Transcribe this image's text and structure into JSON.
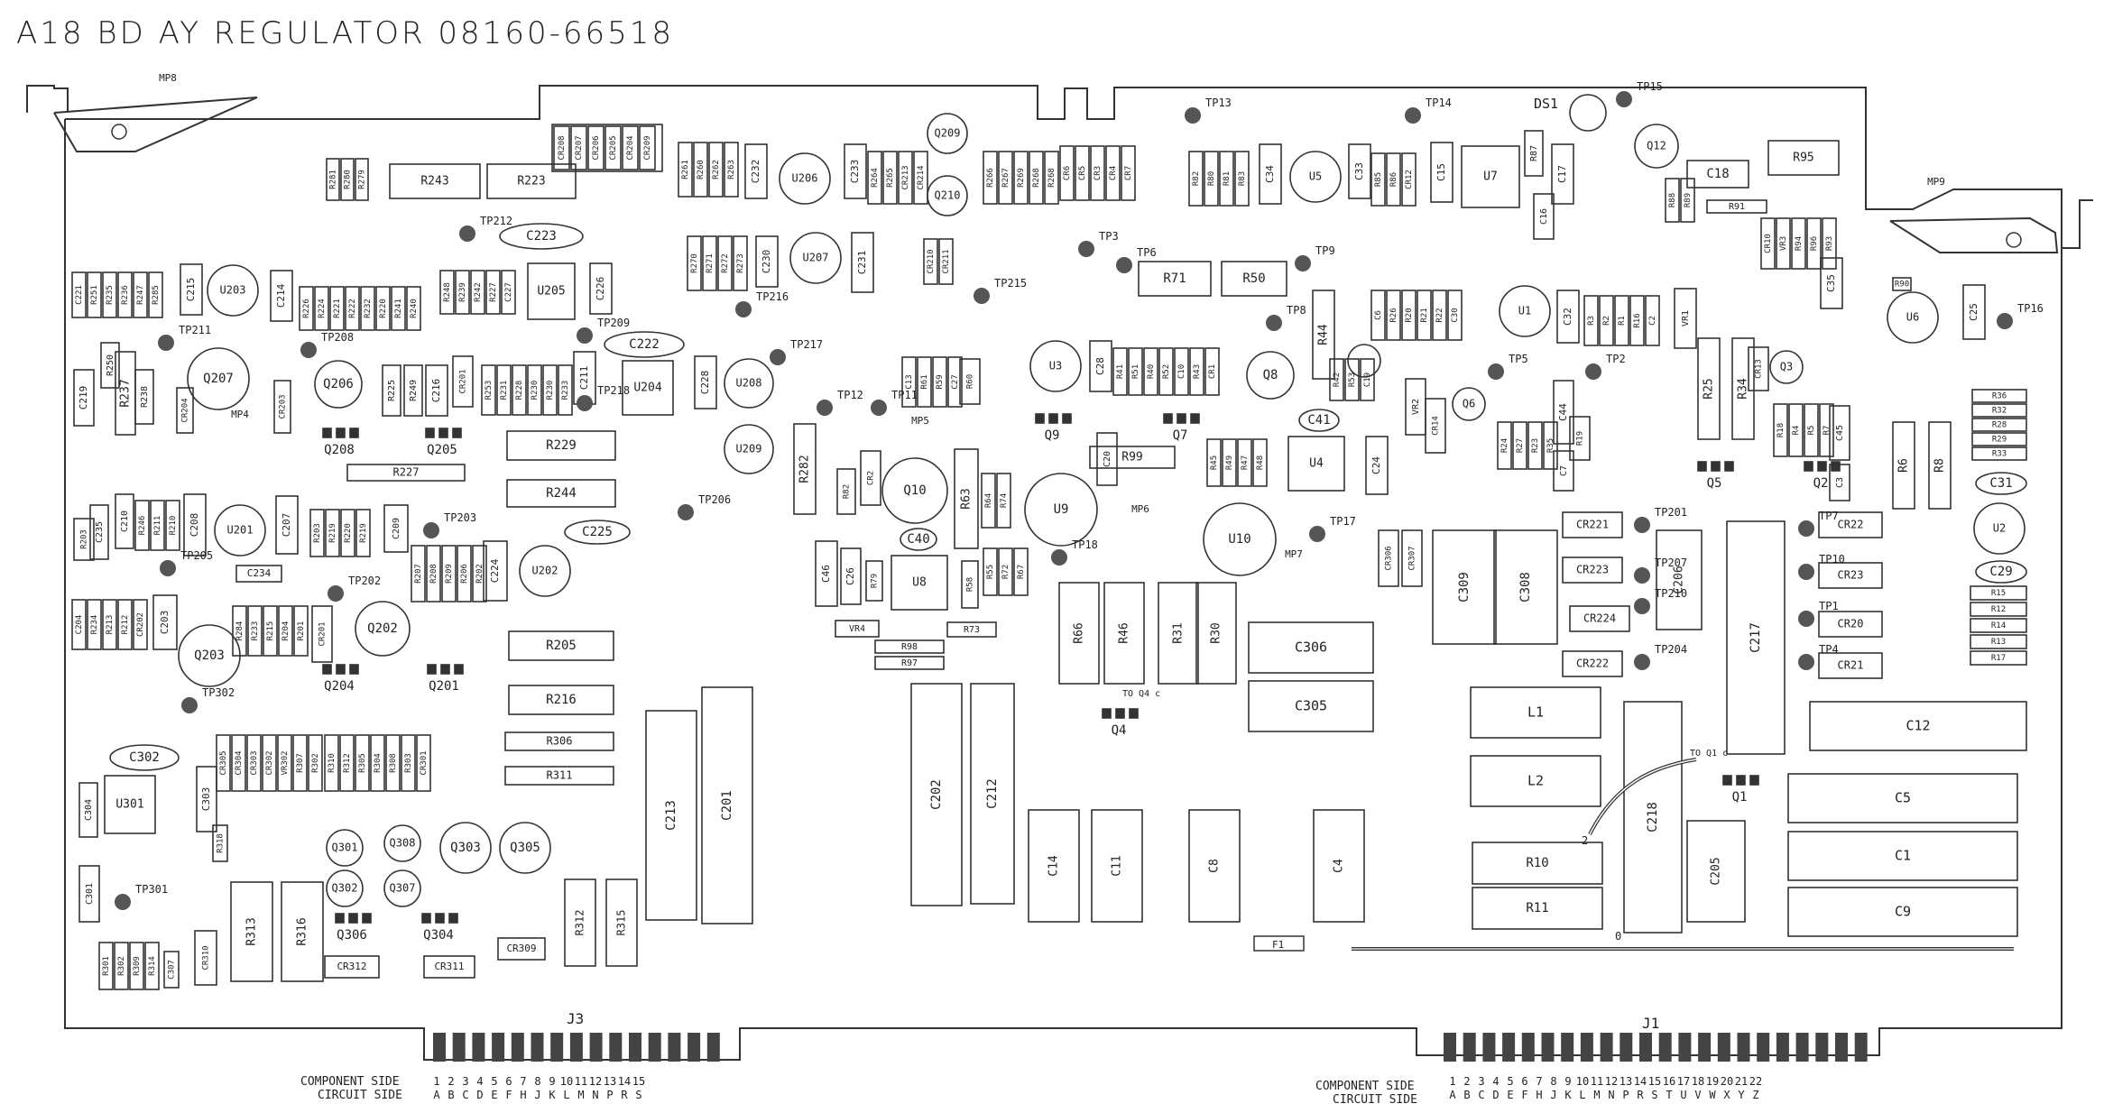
{
  "title": "A18 BD AY REGULATOR 08160-66518",
  "connectors": {
    "j3": {
      "name": "J3",
      "component_side": "COMPONENT SIDE",
      "circuit_side": "CIRCUIT SIDE",
      "pins": [
        "1",
        "2",
        "3",
        "4",
        "5",
        "6",
        "7",
        "8",
        "9",
        "10",
        "11",
        "12",
        "13",
        "14",
        "15"
      ],
      "letters": [
        "A",
        "B",
        "C",
        "D",
        "E",
        "F",
        "H",
        "J",
        "K",
        "L",
        "M",
        "N",
        "P",
        "R",
        "S"
      ]
    },
    "j1": {
      "name": "J1",
      "component_side": "COMPONENT SIDE",
      "circuit_side": "CIRCUIT SIDE",
      "pins": [
        "1",
        "2",
        "3",
        "4",
        "5",
        "6",
        "7",
        "8",
        "9",
        "10",
        "11",
        "12",
        "13",
        "14",
        "15",
        "16",
        "17",
        "18",
        "19",
        "20",
        "21",
        "22"
      ],
      "letters": [
        "A",
        "B",
        "C",
        "D",
        "E",
        "F",
        "H",
        "J",
        "K",
        "L",
        "M",
        "N",
        "P",
        "R",
        "S",
        "T",
        "U",
        "V",
        "W",
        "X",
        "Y",
        "Z"
      ]
    }
  },
  "mounting": [
    "MP8",
    "MP9",
    "MP4",
    "MP5",
    "MP6",
    "MP7"
  ],
  "testpoints": [
    "TP212",
    "TP211",
    "TP208",
    "TP209",
    "TP218",
    "TP216",
    "TP217",
    "TP215",
    "TP12",
    "TP11",
    "TP13",
    "TP14",
    "TP15",
    "TP3",
    "TP6",
    "TP9",
    "TP8",
    "TP5",
    "TP2",
    "TP16",
    "TP203",
    "TP206",
    "TP205",
    "TP202",
    "TP302",
    "TP301",
    "TP18",
    "TP17",
    "TP201",
    "TP207",
    "TP210",
    "TP204",
    "TP7",
    "TP10",
    "TP1",
    "TP4"
  ],
  "boxed_resistors": [
    "R243",
    "R223",
    "R71",
    "R50",
    "R95"
  ],
  "caps_oval": [
    "C223",
    "C222",
    "C225",
    "C234",
    "C302",
    "C41",
    "C40",
    "C31",
    "C29"
  ],
  "transistors": [
    "Q207",
    "Q206",
    "Q208",
    "Q205",
    "Q203",
    "Q202",
    "Q204",
    "Q201",
    "Q301",
    "Q308",
    "Q302",
    "Q307",
    "Q306",
    "Q304",
    "Q303",
    "Q305",
    "Q10",
    "Q9",
    "Q7",
    "Q8",
    "Q6",
    "Q3",
    "Q5",
    "Q2",
    "Q12",
    "Q209",
    "Q210",
    "Q4",
    "Q1"
  ],
  "ics": [
    "U203",
    "U205",
    "U204",
    "U201",
    "U202",
    "U301",
    "U206",
    "U207",
    "U208",
    "U209",
    "U3",
    "U1",
    "U5",
    "U7",
    "U6",
    "U4",
    "U8",
    "U9",
    "U10",
    "U2"
  ],
  "resistors_h": [
    "R229",
    "R227",
    "R244",
    "R205",
    "R216",
    "R306",
    "R311",
    "R99",
    "R98",
    "R97",
    "R73",
    "R90",
    "R91",
    "R36",
    "R32",
    "R28",
    "R29",
    "R33",
    "R15",
    "R12",
    "R14",
    "R13",
    "R17"
  ],
  "resistors_v": [
    "R237",
    "R250",
    "R282",
    "R63",
    "R66",
    "R46",
    "R31",
    "R30",
    "R44",
    "R25",
    "R34",
    "R6",
    "R8",
    "R313",
    "R316",
    "R312",
    "R315",
    "R10",
    "R11"
  ],
  "big_caps_v": [
    "C213",
    "C201",
    "C202",
    "C212",
    "C14",
    "C11",
    "C8",
    "C4",
    "C309",
    "C308",
    "C206",
    "C217",
    "C218",
    "C205"
  ],
  "big_caps_h": [
    "C306",
    "C305",
    "C12",
    "C5",
    "C1",
    "C9",
    "C18"
  ],
  "inductors": [
    "L1",
    "L2"
  ],
  "diodes": [
    "CR221",
    "CR223",
    "CR224",
    "CR222",
    "CR22",
    "CR23",
    "CR20",
    "CR21",
    "CR312",
    "CR311",
    "CR309",
    "VR4",
    "VR1",
    "VR2",
    "CR1",
    "CR2"
  ],
  "misc_text": {
    "ds1": "DS1",
    "f1": "F1",
    "to_q4": "TO Q4 c",
    "to_q1": "TO Q1 c",
    "zero": "0",
    "two": "2"
  }
}
